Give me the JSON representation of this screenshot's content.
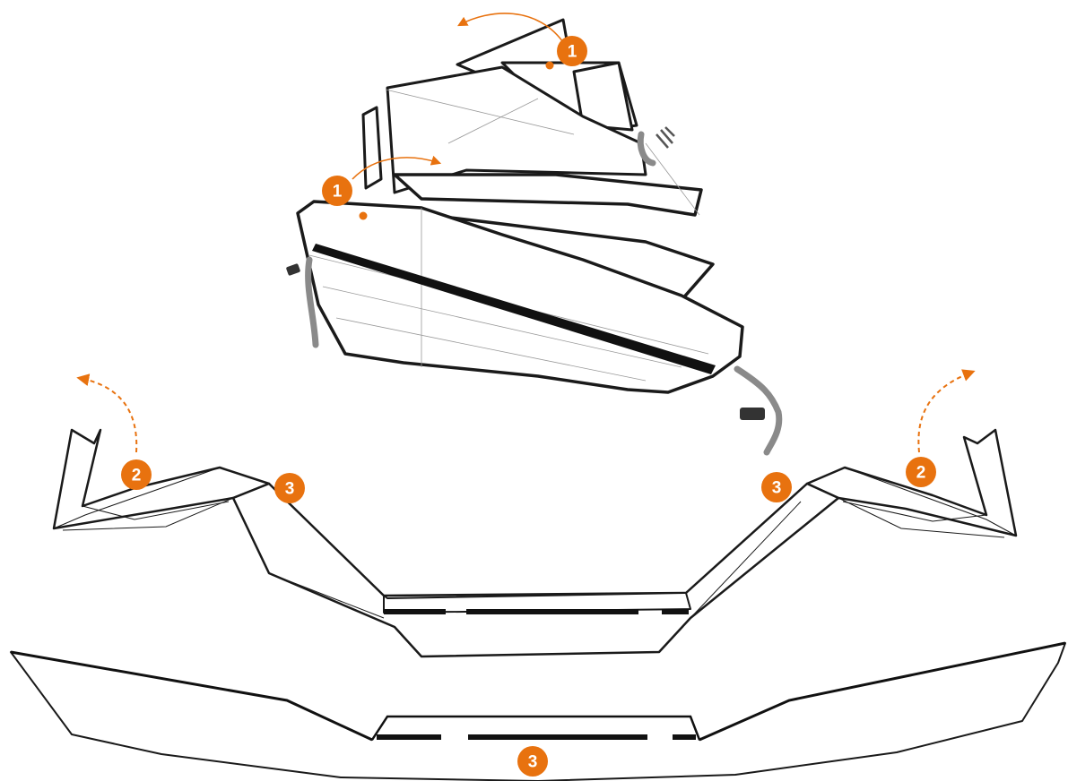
{
  "colors": {
    "accent": "#E8720F",
    "line": "#1a1a1a",
    "strap": "#8a8a8a",
    "background": "#ffffff"
  },
  "badges": {
    "step1_top": "1",
    "step1_left": "1",
    "step2_left": "2",
    "step2_right": "2",
    "step3_left": "3",
    "step3_right": "3",
    "step3_bottom": "3"
  }
}
